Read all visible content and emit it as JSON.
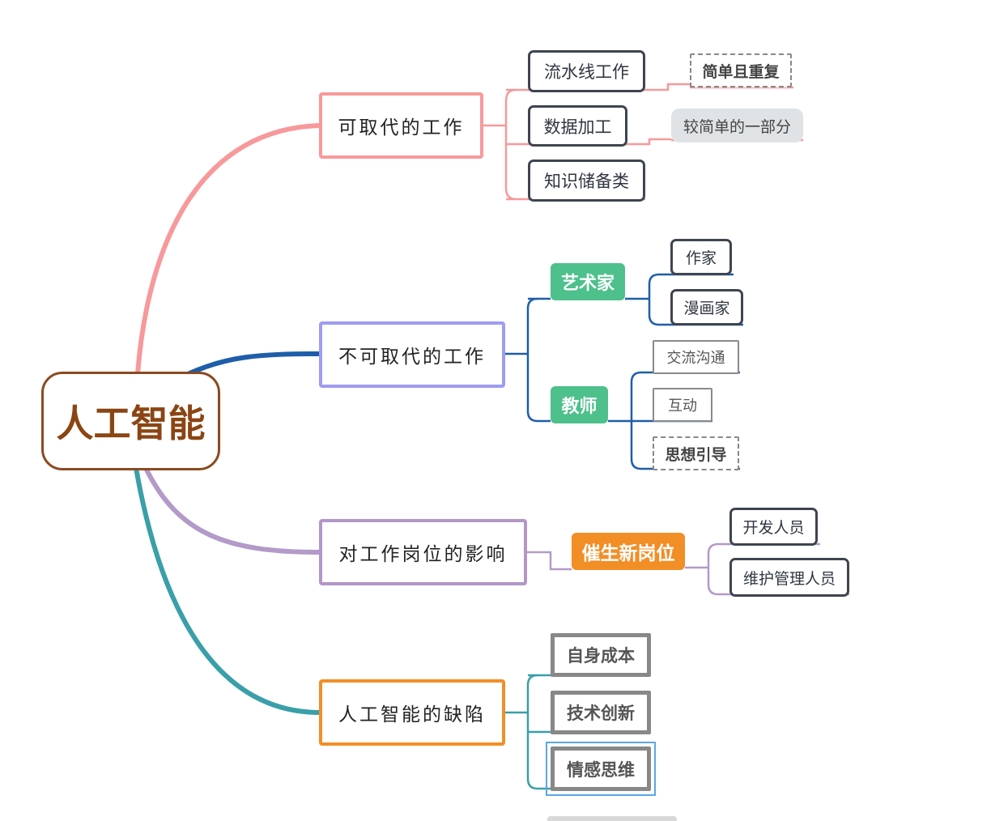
{
  "root": {
    "label": "人工智能"
  },
  "branches": [
    {
      "label": "可取代的工作",
      "color": "#f7999b",
      "children": [
        {
          "label": "流水线工作",
          "note": "简单且重复"
        },
        {
          "label": "数据加工",
          "note": "较简单的一部分"
        },
        {
          "label": "知识储备类"
        }
      ]
    },
    {
      "label": "不可取代的工作",
      "color": "#1e5ea8",
      "children": [
        {
          "label": "艺术家",
          "children": [
            "作家",
            "漫画家"
          ]
        },
        {
          "label": "教师",
          "children": [
            "交流沟通",
            "互动",
            "思想引导"
          ]
        }
      ]
    },
    {
      "label": "对工作岗位的影响",
      "color": "#b39ac8",
      "children": [
        {
          "label": "催生新岗位",
          "children": [
            "开发人员",
            "维护管理人员"
          ]
        }
      ]
    },
    {
      "label": "人工智能的缺陷",
      "color": "#3a9fa8",
      "children": [
        {
          "label": "自身成本"
        },
        {
          "label": "技术创新"
        },
        {
          "label": "情感思维"
        }
      ]
    }
  ],
  "colors": {
    "root_border": "#8b4a21",
    "branch1_border": "#f7999b",
    "branch2_border": "#9f9cf2",
    "branch3_border": "#b296c8",
    "branch4_border": "#f28e26",
    "green_tag": "#4ec08b",
    "orange_tag": "#f28e26"
  }
}
